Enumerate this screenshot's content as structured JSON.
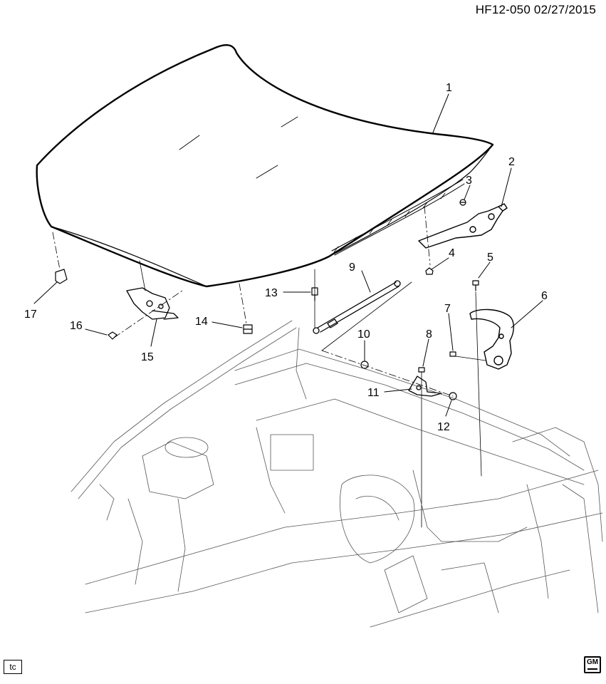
{
  "header": {
    "code": "HF12-050  02/27/2015"
  },
  "callouts": [
    {
      "id": "c1",
      "label": "1"
    },
    {
      "id": "c2",
      "label": "2"
    },
    {
      "id": "c3",
      "label": "3"
    },
    {
      "id": "c4",
      "label": "4"
    },
    {
      "id": "c5",
      "label": "5"
    },
    {
      "id": "c6",
      "label": "6"
    },
    {
      "id": "c7",
      "label": "7"
    },
    {
      "id": "c8",
      "label": "8"
    },
    {
      "id": "c9",
      "label": "9"
    },
    {
      "id": "c10",
      "label": "10"
    },
    {
      "id": "c11",
      "label": "11"
    },
    {
      "id": "c12",
      "label": "12"
    },
    {
      "id": "c13",
      "label": "13"
    },
    {
      "id": "c14",
      "label": "14"
    },
    {
      "id": "c15",
      "label": "15"
    },
    {
      "id": "c16",
      "label": "16"
    },
    {
      "id": "c17",
      "label": "17"
    }
  ],
  "footer": {
    "tc_label": "tc",
    "logo_text": "GM",
    "logo_icon": "gm-logo-icon"
  }
}
